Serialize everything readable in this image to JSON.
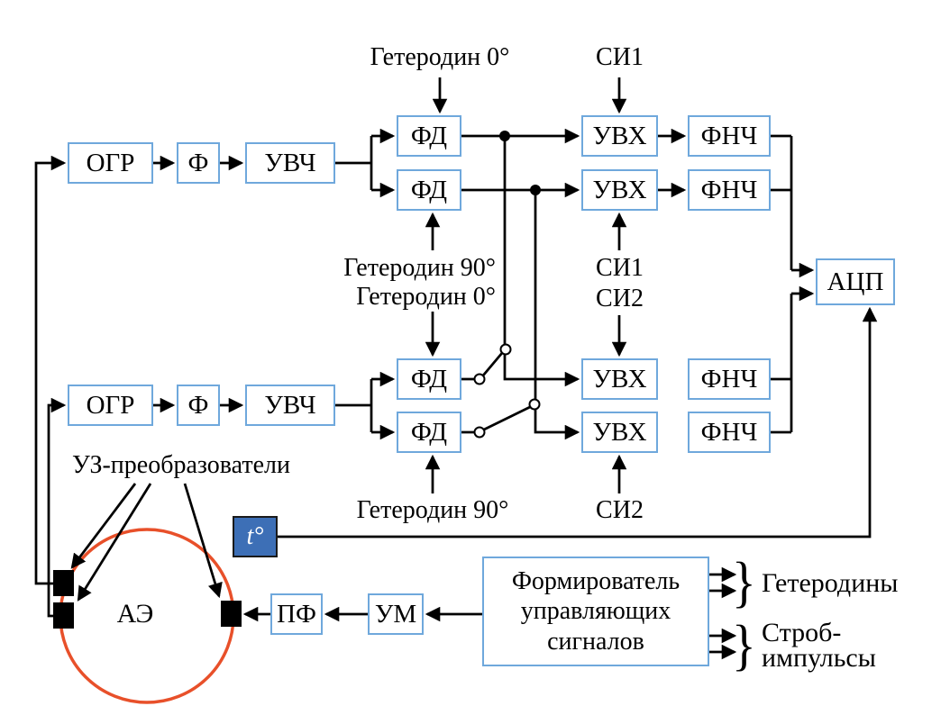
{
  "diagram": {
    "blocks": {
      "ogr1": "ОГР",
      "filter1": "Ф",
      "uvch1": "УВЧ",
      "fd1": "ФД",
      "fd2": "ФД",
      "uvh1": "УВХ",
      "fnch1": "ФНЧ",
      "uvh2": "УВХ",
      "fnch2": "ФНЧ",
      "ogr2": "ОГР",
      "filter2": "Ф",
      "uvch2": "УВЧ",
      "fd3": "ФД",
      "fd4": "ФД",
      "uvh3": "УВХ",
      "fnch3": "ФНЧ",
      "uvh4": "УВХ",
      "fnch4": "ФНЧ",
      "adc": "АЦП",
      "temp": "t°",
      "ae": "АЭ",
      "pf": "ПФ",
      "um": "УМ",
      "former_line1": "Формирователь",
      "former_line2": "управляющих",
      "former_line3": "сигналов"
    },
    "labels": {
      "het0_top": "Гетеродин 0°",
      "si1_top": "СИ1",
      "het90_mid": "Гетеродин 90°",
      "het0_mid": "Гетеродин 0°",
      "si1_mid": "СИ1",
      "si2_mid": "СИ2",
      "het90_bottom": "Гетеродин 90°",
      "si2_bottom": "СИ2",
      "uz_transducers": "УЗ-преобразователи",
      "heterodynes": "Гетеродины",
      "strobe_line1": "Строб-",
      "strobe_line2": "импульсы",
      "brace": "}"
    },
    "colors": {
      "box_border": "#6FA8DC",
      "temp_box_bg": "#3D6FB6",
      "circle_stroke": "#E8502A",
      "wire": "#000000"
    }
  }
}
